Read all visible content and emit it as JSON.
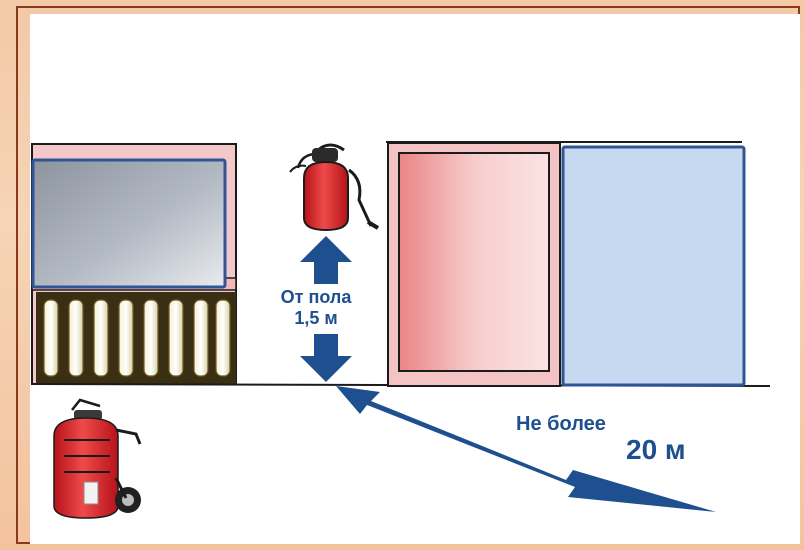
{
  "labels": {
    "height_line1": "От пола",
    "height_line2": "1,5 м",
    "distance_line1": "Не более",
    "distance_line2": "20 м"
  },
  "colors": {
    "arrow": "#1e4f8f",
    "extinguisher_red": "#d9242b",
    "window_blue": "#c6d9f1",
    "frame_orange": "#f3c9a6"
  },
  "icons": [
    "wall-extinguisher-icon",
    "wheeled-extinguisher-icon",
    "radiator-icon"
  ]
}
